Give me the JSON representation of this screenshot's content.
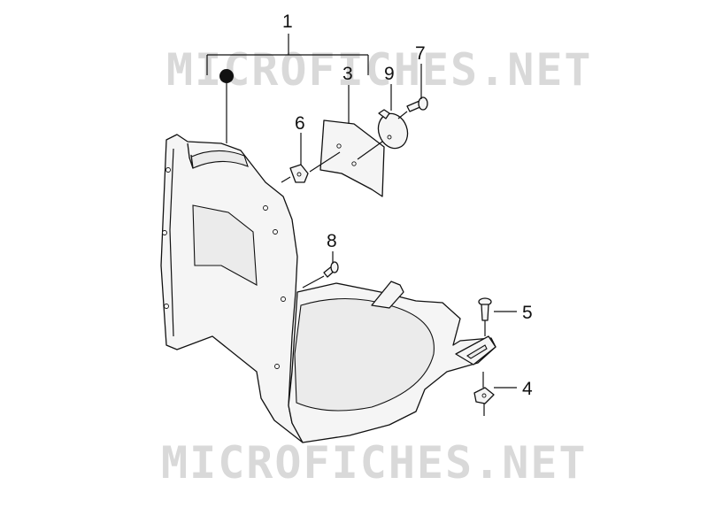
{
  "watermarks": {
    "top": "MICROFICHES.NET",
    "bottom": "MICROFICHES.NET"
  },
  "callouts": {
    "c1": "1",
    "c3": "3",
    "c4": "4",
    "c5": "5",
    "c6": "6",
    "c7": "7",
    "c8": "8",
    "c9": "9"
  },
  "colors": {
    "ink": "#111111",
    "part_fill": "#f5f5f5",
    "watermark": "#d9d9d9",
    "dot": "#111111"
  }
}
